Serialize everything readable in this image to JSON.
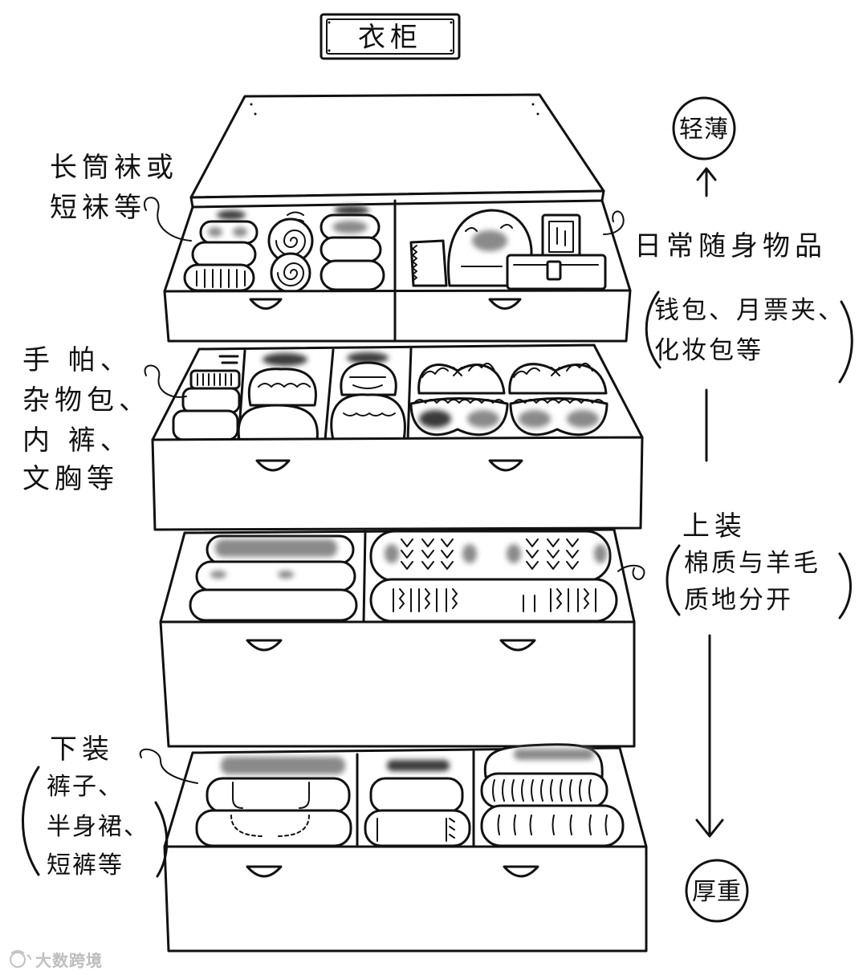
{
  "title": "衣柜",
  "scale": {
    "light": "轻薄",
    "heavy": "厚重"
  },
  "socks_label": [
    "长筒袜或",
    "短袜等"
  ],
  "daily_items": {
    "label": "日常随身物品",
    "examples": [
      "钱包、月票夹、",
      "化妆包等"
    ]
  },
  "small_items_label": [
    "手 帕、",
    "杂物包、",
    "内 裤、",
    "文胸等"
  ],
  "tops": {
    "label": "上装",
    "note": [
      "棉质与羊毛",
      "质地分开"
    ]
  },
  "bottoms": {
    "label": "下装",
    "examples": [
      "裤子、",
      "半身裙、",
      "短裤等"
    ]
  },
  "watermark": "大数跨境",
  "colors": {
    "ink": "#111111",
    "shade": "#8a8a8a",
    "background": "#ffffff"
  },
  "icons": [
    "arrow-up-icon",
    "arrow-down-icon",
    "drawer-handle-icon",
    "watermark-logo-icon"
  ]
}
